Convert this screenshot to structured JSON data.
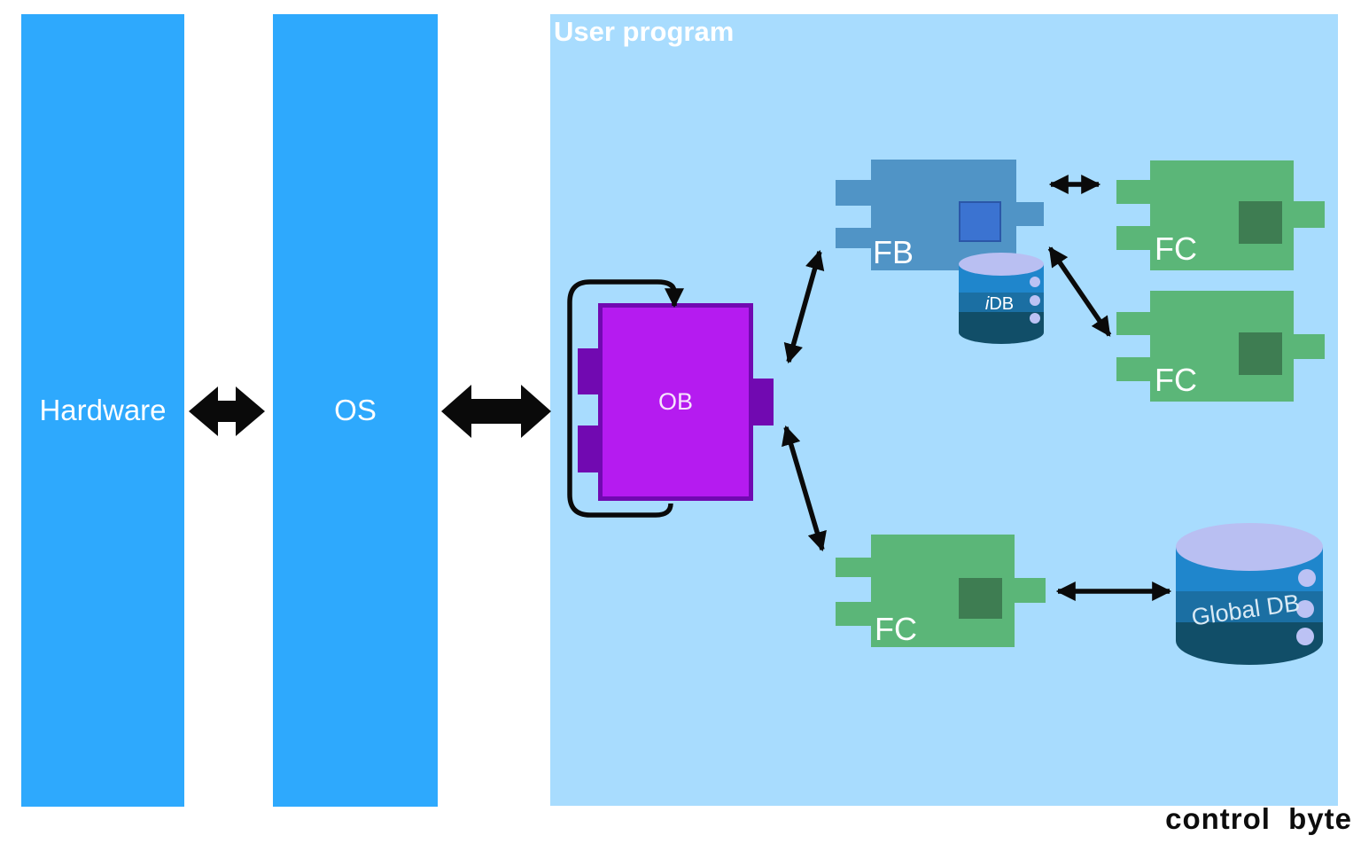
{
  "layers": {
    "hardware": {
      "label": "Hardware"
    },
    "os": {
      "label": "OS"
    },
    "user_program": {
      "label": "User program"
    }
  },
  "blocks": {
    "ob": {
      "label": "OB"
    },
    "fb": {
      "label": "FB"
    },
    "fc_top": {
      "label": "FC"
    },
    "fc_middle": {
      "label": "FC"
    },
    "fc_bottom": {
      "label": "FC"
    },
    "idb": {
      "label_prefix": "i",
      "label_suffix": "DB"
    },
    "global_db": {
      "label": "Global DB"
    }
  },
  "logo": {
    "text": "control byte"
  },
  "colors": {
    "layer_blue": "#2EA9FD",
    "user_program_bg": "#A8DCFE",
    "ob_fill": "#B51BF0",
    "ob_dark": "#7109B1",
    "fb_fill": "#5094C6",
    "fb_inner": "#3B73D1",
    "fc_fill": "#5BB678",
    "fc_inner": "#3E7D52",
    "db_top": "#B9BFF2",
    "db_band1": "#1F86CC",
    "db_band2": "#1B6FA3",
    "db_band3": "#114E68",
    "db_dots": "#BCC2F4",
    "arrow_black": "#0A0A0A"
  }
}
